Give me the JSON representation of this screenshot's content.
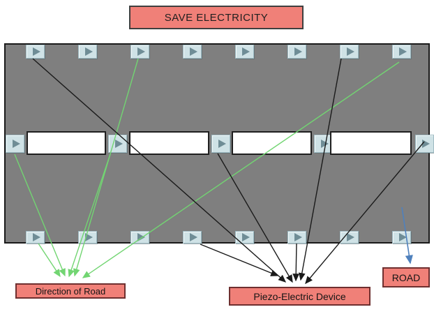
{
  "title": {
    "text": "SAVE ELECTRICITY"
  },
  "road": {
    "fill": "#7f7f7f"
  },
  "sensors": {
    "icon": "play-icon",
    "fill": "#cfe2e6",
    "triangle_color": "#6f8d96",
    "top_row_count": 8,
    "middle_row_count": 5,
    "bottom_row_count": 8,
    "lane_marking_count": 4
  },
  "labels": {
    "direction_of_road": {
      "text": "Direction of Road",
      "fill": "#f08078"
    },
    "piezo_device": {
      "text": "Piezo-Electric Device",
      "fill": "#f08078"
    },
    "road": {
      "text": "ROAD",
      "fill": "#f08078"
    }
  },
  "arrows": {
    "green": {
      "color": "#72d572",
      "count": 5
    },
    "black": {
      "color": "#1a1a1a",
      "count": 6
    },
    "blue": {
      "color": "#4f81bd",
      "count": 1
    }
  }
}
